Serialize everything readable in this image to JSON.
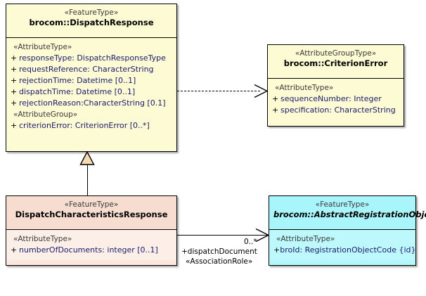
{
  "diagram": {
    "type": "uml-class-diagram",
    "background": "#ffffff",
    "classes": [
      {
        "id": "dispatch-response",
        "stereotype": "«FeatureType»",
        "name": "brocom::DispatchResponse",
        "abstract": false,
        "fill": "#fdfbd4",
        "compartments": [
          {
            "group": "«AttributeType»",
            "attributes": [
              {
                "visibility": "+",
                "text": "responseType: DispatchResponseType"
              },
              {
                "visibility": "+",
                "text": "requestReference: CharacterString"
              },
              {
                "visibility": "+",
                "text": "rejectionTime: Datetime [0..1]"
              },
              {
                "visibility": "+",
                "text": "dispatchTime: Datetime [0..1]"
              },
              {
                "visibility": "+",
                "text": "rejectionReason:CharacterString [0.1]"
              }
            ]
          },
          {
            "group": "«AttributeGroup»",
            "attributes": [
              {
                "visibility": "+",
                "text": "criterionError: CriterionError [0..*]"
              }
            ]
          }
        ]
      },
      {
        "id": "criterion-error",
        "stereotype": "«AttributeGroupType»",
        "name": "brocom::CriterionError",
        "abstract": false,
        "fill": "#fdfbd4",
        "compartments": [
          {
            "group": "«AttributeType»",
            "attributes": [
              {
                "visibility": "+",
                "text": "sequenceNumber: Integer"
              },
              {
                "visibility": "+",
                "text": "specification: CharacterString"
              }
            ]
          }
        ]
      },
      {
        "id": "dispatch-characteristics-response",
        "stereotype": "«FeatureType»",
        "name": "DispatchCharacteristicsResponse",
        "abstract": false,
        "fill": "#fbe7dc",
        "compartments": [
          {
            "group": "«AttributeType»",
            "attributes": [
              {
                "visibility": "+",
                "text": "numberOfDocuments: integer [0..1]"
              }
            ]
          }
        ]
      },
      {
        "id": "abstract-registration-object",
        "stereotype": "«FeatureType»",
        "name": "brocom::AbstractRegistrationObject",
        "abstract": true,
        "fill": "#b4f7fb",
        "compartments": [
          {
            "group": "«AttributeType»",
            "attributes": [
              {
                "visibility": "+",
                "text": "broId: RegistrationObjectCode {id}"
              }
            ]
          }
        ]
      }
    ],
    "relationships": [
      {
        "id": "dependency-dispatchresponse-criterionerror",
        "kind": "dependency",
        "style": "dashed",
        "arrow": "open",
        "from": "dispatch-response",
        "to": "criterion-error",
        "labels": []
      },
      {
        "id": "generalization-dispatchcharacteristics-dispatchresponse",
        "kind": "generalization",
        "style": "solid",
        "arrow": "hollow-triangle",
        "from": "dispatch-characteristics-response",
        "to": "dispatch-response",
        "labels": []
      },
      {
        "id": "association-dispatchdocument",
        "kind": "association",
        "style": "solid",
        "arrow": "open",
        "from": "dispatch-characteristics-response",
        "to": "abstract-registration-object",
        "labels": [
          {
            "name": "multiplicity",
            "text": "0..*"
          },
          {
            "name": "role",
            "text": "+dispatchDocument"
          },
          {
            "name": "stereotype",
            "text": "«AssociationRole»"
          }
        ]
      }
    ]
  }
}
